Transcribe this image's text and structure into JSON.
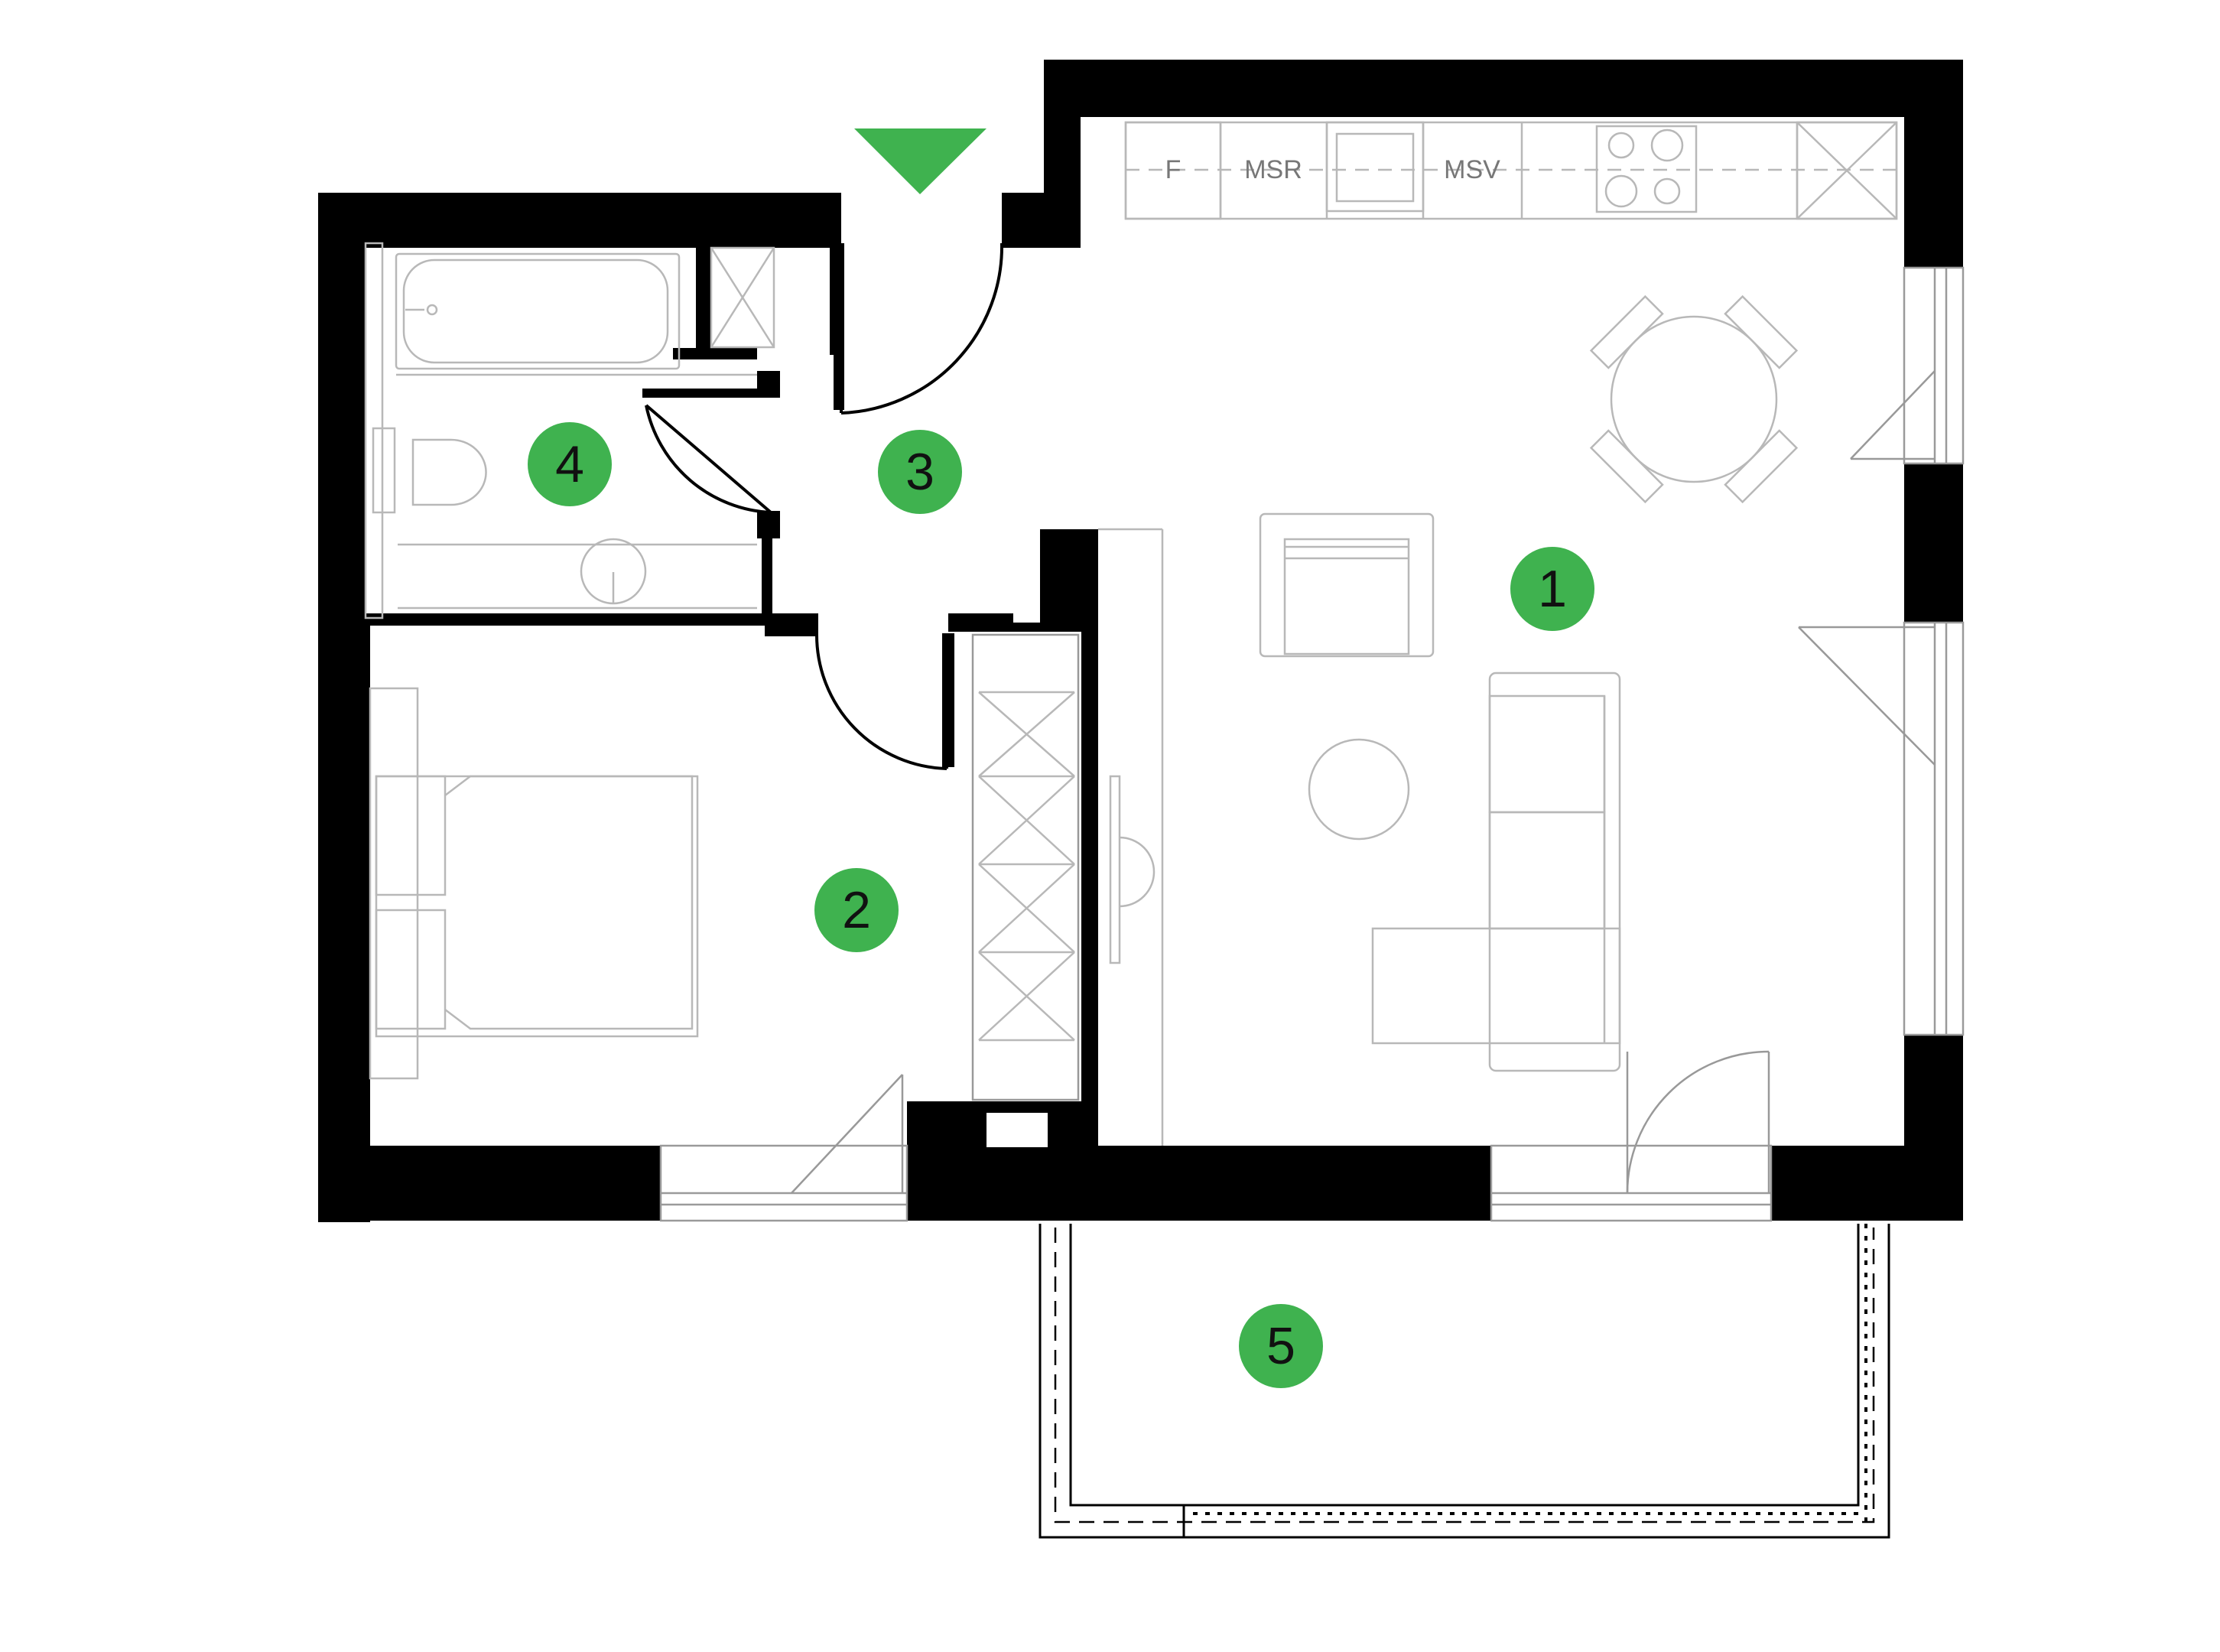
{
  "colors": {
    "accent": "#3fb24f",
    "wall": "#000000",
    "furniture_line": "#b8b8b8"
  },
  "entrance_marker": {
    "icon": "entrance-triangle-icon",
    "color": "#3fb24f"
  },
  "kitchen": {
    "appliances": [
      {
        "id": "fridge",
        "label": "F"
      },
      {
        "id": "msr",
        "label": "MSR"
      },
      {
        "id": "msv",
        "label": "MSV"
      }
    ]
  },
  "rooms": [
    {
      "id": "living-kitchen",
      "number": "1"
    },
    {
      "id": "bedroom",
      "number": "2"
    },
    {
      "id": "hallway",
      "number": "3"
    },
    {
      "id": "bathroom",
      "number": "4"
    },
    {
      "id": "balcony",
      "number": "5"
    }
  ]
}
